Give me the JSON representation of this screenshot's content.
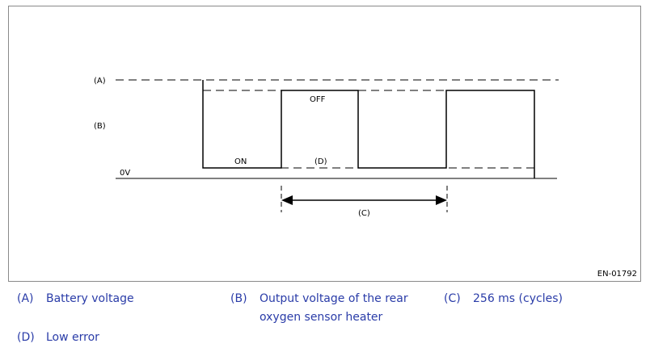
{
  "figure": {
    "labels": {
      "a": "(A)",
      "b": "(B)",
      "zero_v": "0V",
      "on": "ON",
      "off": "OFF",
      "d": "(D)",
      "c": "(C)"
    },
    "figure_id": "EN-01792"
  },
  "legend": {
    "items": [
      {
        "key": "(A)",
        "text": "Battery voltage"
      },
      {
        "key": "(B)",
        "text": "Output voltage of the rear oxygen sensor heater"
      },
      {
        "key": "(C)",
        "text": "256 ms (cycles)"
      },
      {
        "key": "(D)",
        "text": "Low error"
      }
    ]
  },
  "colors": {
    "legend_text": "#2a3ca8",
    "frame": "#8a8a8a",
    "line": "#000000"
  }
}
